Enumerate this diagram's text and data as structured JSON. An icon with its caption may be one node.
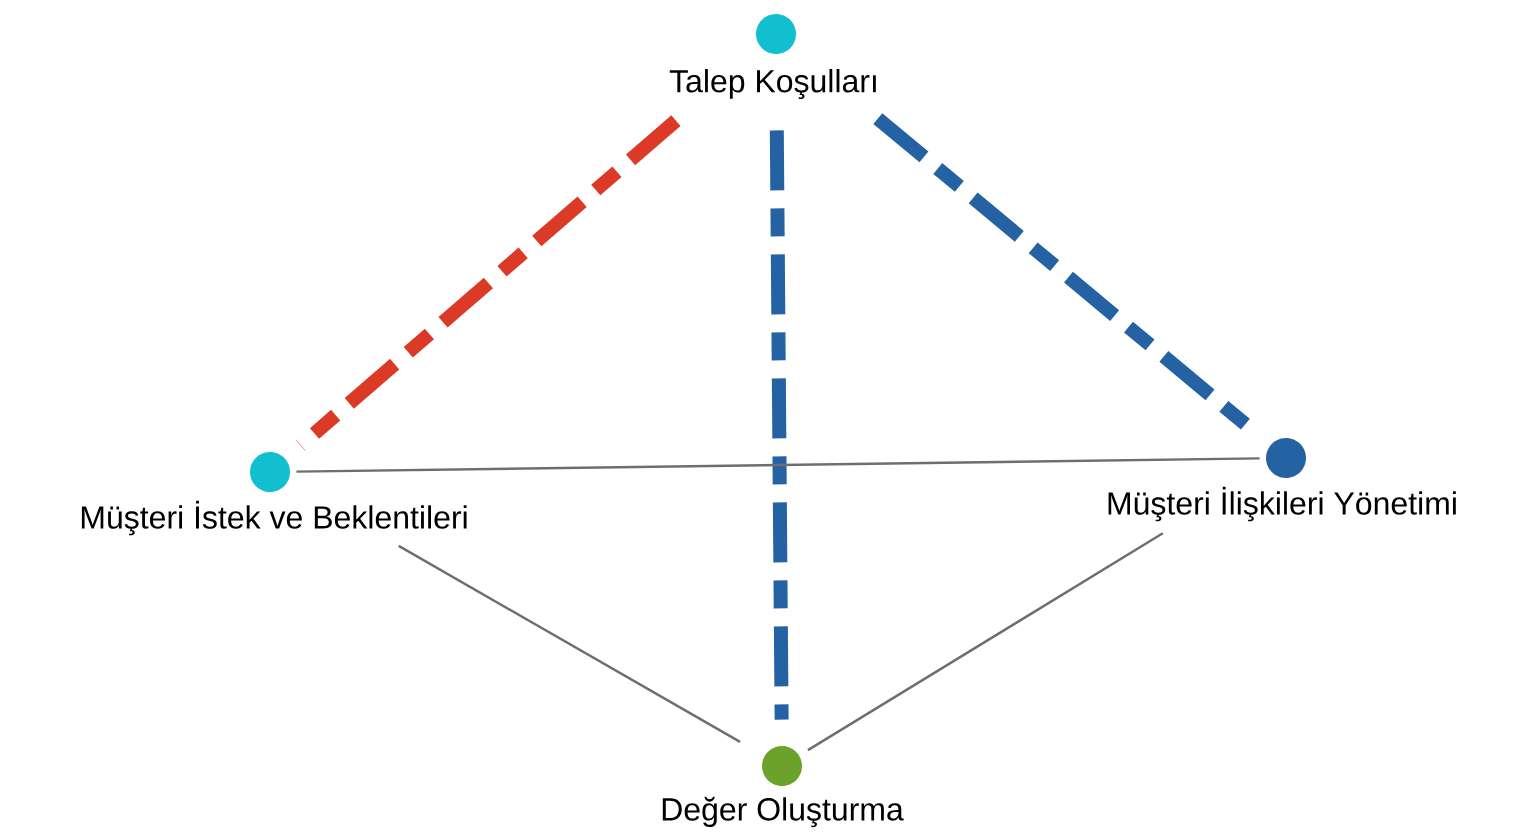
{
  "diagram": {
    "nodes": [
      {
        "text": [
          "Talep Koşulları"
        ]
      },
      {
        "text": [
          "Müşteri İstek ve Beklentileri"
        ]
      },
      {
        "text": [
          "Müşteri İlişkileri Yönetimi"
        ]
      },
      {
        "text": [
          "Değer Oluşturma"
        ]
      }
    ],
    "edges": [
      {
        "from": 0,
        "to": 1,
        "arrow": "none",
        "style": "dashed",
        "color": "#db3b26"
      },
      {
        "from": 0,
        "to": 3,
        "arrow": "none",
        "style": "dashed",
        "color": "#2462a3"
      },
      {
        "from": 0,
        "to": 2,
        "arrow": "none",
        "style": "dashed",
        "color": "#2462a3"
      },
      {
        "from": 1,
        "to": 2,
        "arrow": "none"
      },
      {
        "from": 1,
        "to": 3,
        "arrow": "none"
      },
      {
        "from": 2,
        "to": 3,
        "arrow": "none"
      }
    ]
  }
}
